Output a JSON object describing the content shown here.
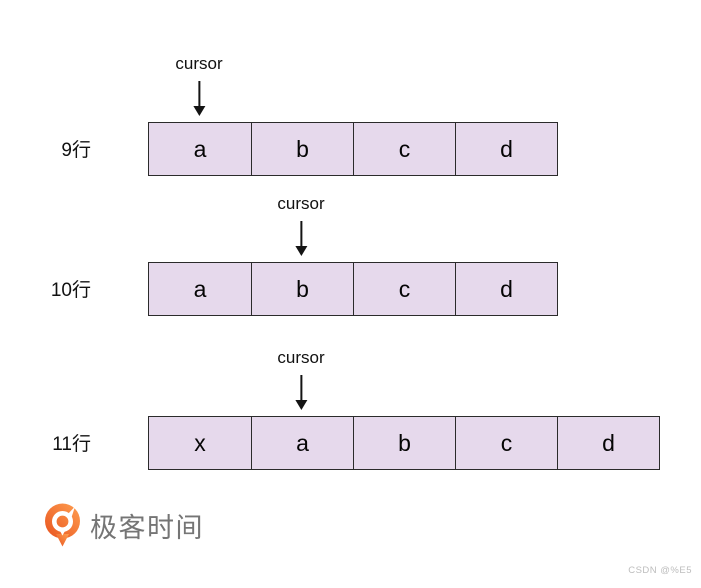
{
  "rows": [
    {
      "label": "9行",
      "cursor_label": "cursor",
      "cursor_cell": 0,
      "cells": [
        "a",
        "b",
        "c",
        "d"
      ]
    },
    {
      "label": "10行",
      "cursor_label": "cursor",
      "cursor_cell": 1,
      "cells": [
        "a",
        "b",
        "c",
        "d"
      ]
    },
    {
      "label": "11行",
      "cursor_label": "cursor",
      "cursor_cell": 1,
      "cells": [
        "x",
        "a",
        "b",
        "c",
        "d"
      ]
    }
  ],
  "footer": {
    "brand_name": "极客时间"
  },
  "watermark": "CSDN @%E5",
  "colors": {
    "cell_fill": "#e6d9ec",
    "cell_border": "#2b2b2b",
    "brand_orange_light": "#ff9f50",
    "brand_orange_dark": "#e8531f",
    "brand_text": "#757575",
    "watermark_gray": "#bdbdbd"
  }
}
